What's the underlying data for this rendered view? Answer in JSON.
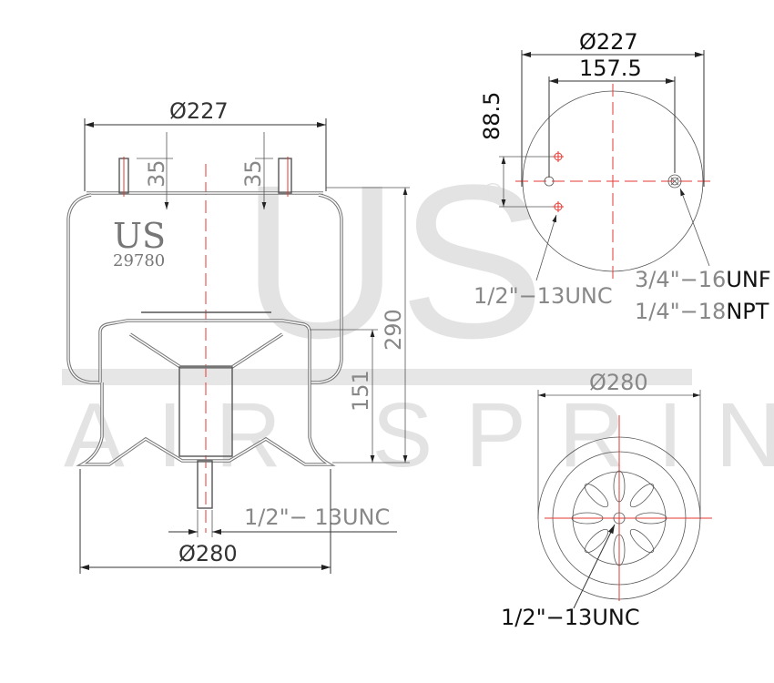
{
  "watermark": {
    "logo": "US",
    "registered": "®",
    "band_text": "AIR SPRING",
    "color": "#e3e3e3"
  },
  "side_view": {
    "brand_label": "US",
    "part_number": "29780",
    "top_diameter": "Ø227",
    "stud_height_left": "35",
    "stud_height_right": "35",
    "overall_height": "290",
    "piston_height": "151",
    "bottom_diameter": "Ø280",
    "bottom_stud_thread": "1/2\"− 13UNC"
  },
  "top_view": {
    "outer_diameter": "Ø227",
    "stud_spacing": "157.5",
    "offset_dimension": "88.5",
    "left_callout": "1/2\"−13UNC",
    "right_callout_line1_prefix": "3/4\"−16",
    "right_callout_line1_suffix": "UNF",
    "right_callout_line2_prefix": "1/4\"−18",
    "right_callout_line2_suffix": "NPT"
  },
  "bottom_view": {
    "outer_diameter": "Ø280",
    "callout": "1/2\"−13UNC"
  },
  "colors": {
    "centerline": "#e53935",
    "outline": "#555555",
    "dimension_text": "#333333"
  }
}
